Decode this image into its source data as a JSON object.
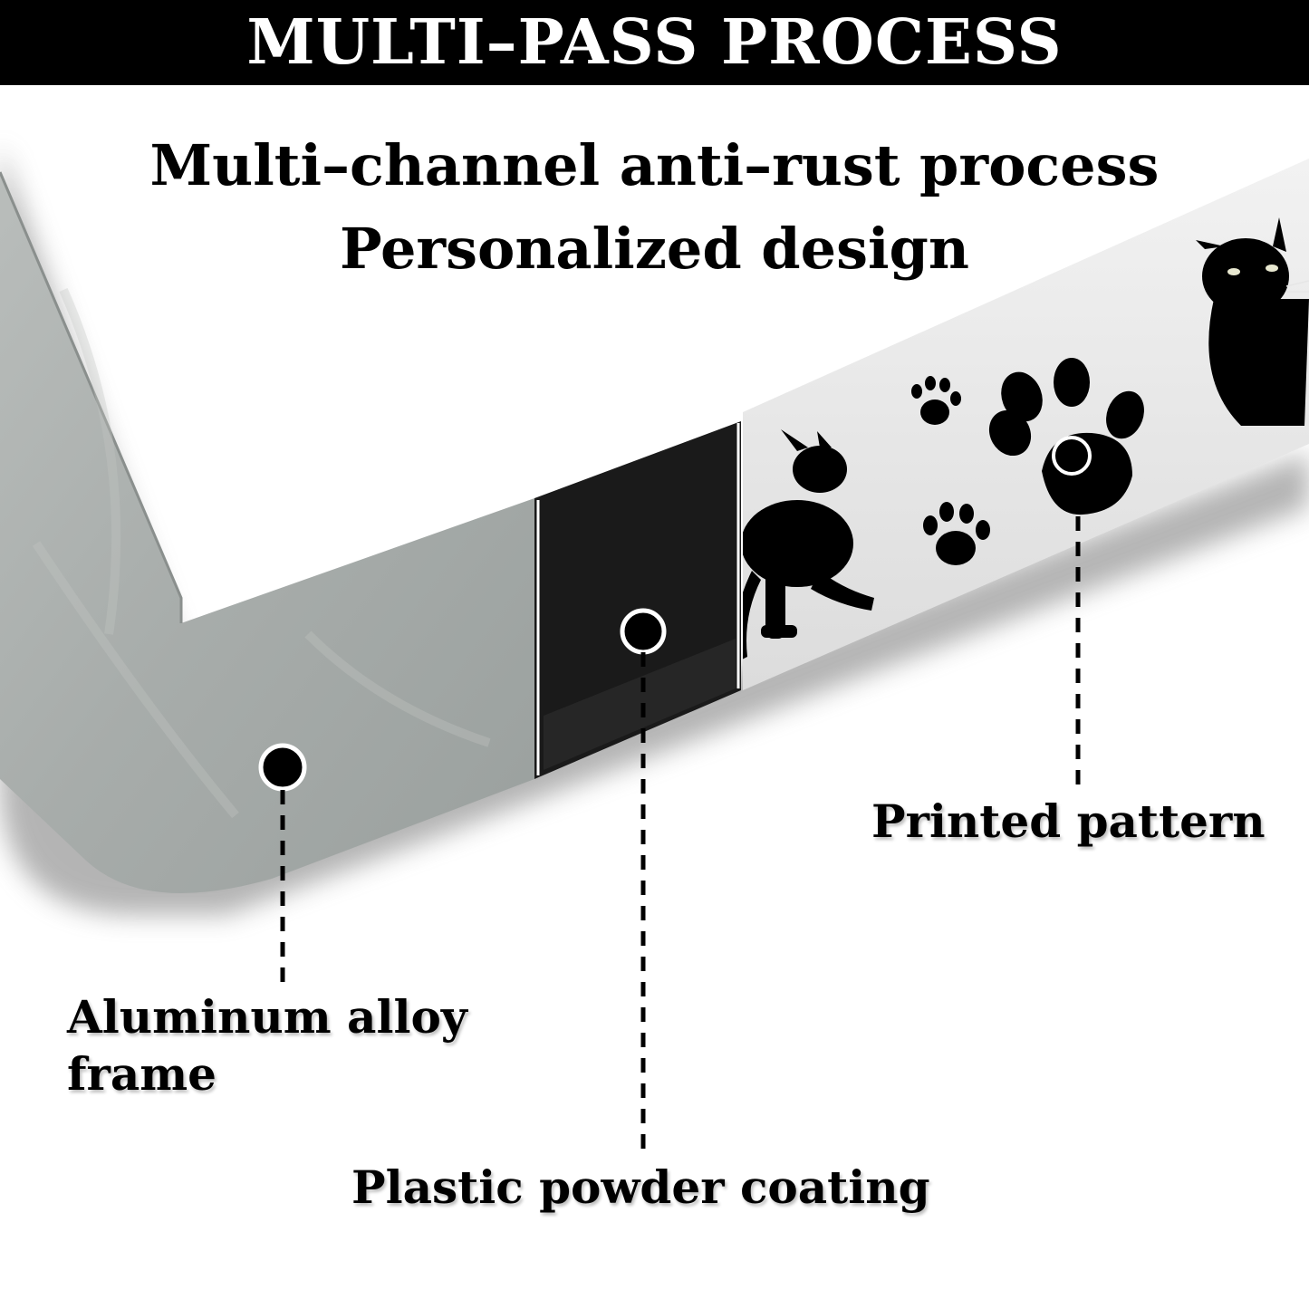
{
  "header": {
    "title": "MULTI–PASS PROCESS"
  },
  "headline": {
    "line1": "Multi–channel anti–rust process",
    "line2": "Personalized design"
  },
  "callouts": {
    "printed_pattern": "Printed pattern",
    "aluminum_line1": "Aluminum alloy",
    "aluminum_line2": "frame",
    "plastic_coating": "Plastic powder coating"
  },
  "colors": {
    "header_bg": "#000000",
    "header_text": "#ffffff",
    "frame_metal": "#a9aeac",
    "coating": "#1a1a1a",
    "print_bg": "#e6e6e6",
    "silhouette": "#000000"
  },
  "icons": {
    "paw": "paw-print-icon",
    "cat": "cat-silhouette-icon",
    "marker": "ring-marker-icon"
  }
}
